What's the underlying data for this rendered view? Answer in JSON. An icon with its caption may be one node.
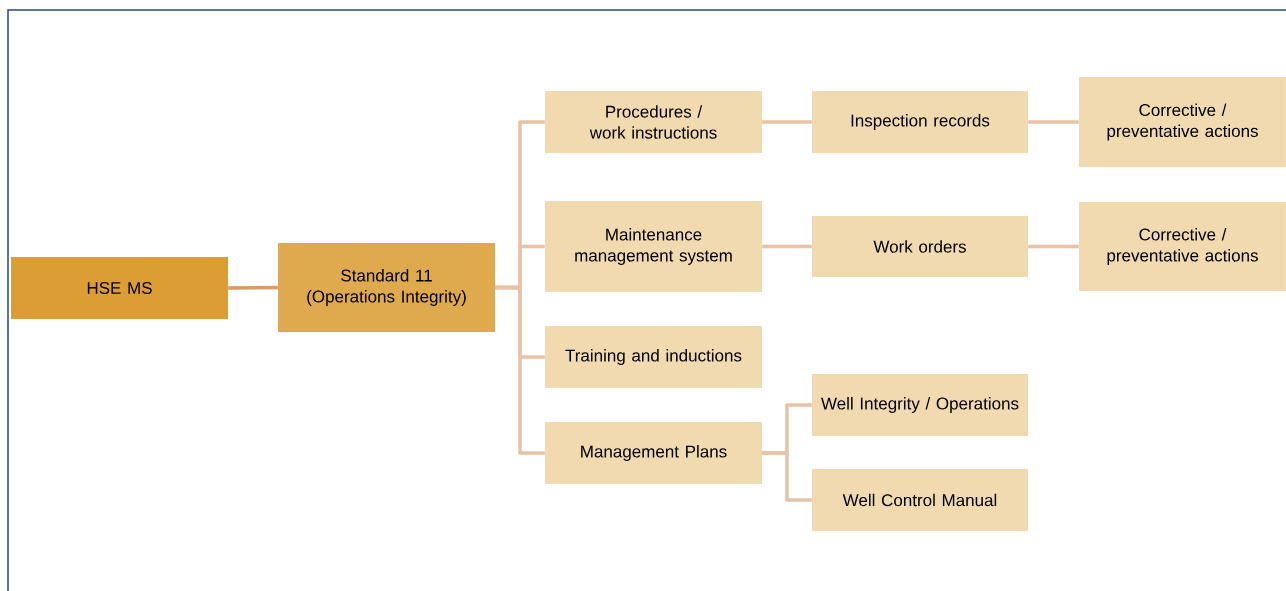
{
  "diagram": {
    "nodes": [
      {
        "text": [
          "HSE MS"
        ]
      },
      {
        "text": [
          "Standard 11 (Operations Integrity)"
        ]
      },
      {
        "text": [
          "Procedures / work instructions"
        ]
      },
      {
        "text": [
          "Inspection records"
        ]
      },
      {
        "text": [
          "Corrective / preventative actions"
        ]
      },
      {
        "text": [
          "Maintenance management system"
        ]
      },
      {
        "text": [
          "Work orders"
        ]
      },
      {
        "text": [
          "Corrective / preventative actions"
        ]
      },
      {
        "text": [
          "Training and inductions"
        ]
      },
      {
        "text": [
          "Management Plans"
        ]
      },
      {
        "text": [
          "Well Integrity / Operations"
        ]
      },
      {
        "text": [
          "Well Control Manual"
        ]
      }
    ],
    "edges": [
      {
        "from": 0,
        "to": 1,
        "arrow": "none",
        "color": "#d99a66"
      },
      {
        "from": 1,
        "to": 2,
        "arrow": "none"
      },
      {
        "from": 1,
        "to": 5,
        "arrow": "none"
      },
      {
        "from": 1,
        "to": 8,
        "arrow": "none"
      },
      {
        "from": 1,
        "to": 9,
        "arrow": "none"
      },
      {
        "from": 2,
        "to": 3,
        "arrow": "none"
      },
      {
        "from": 3,
        "to": 4,
        "arrow": "none"
      },
      {
        "from": 5,
        "to": 6,
        "arrow": "none"
      },
      {
        "from": 6,
        "to": 7,
        "arrow": "none"
      },
      {
        "from": 9,
        "to": 10,
        "arrow": "none"
      },
      {
        "from": 9,
        "to": 11,
        "arrow": "none"
      }
    ]
  }
}
